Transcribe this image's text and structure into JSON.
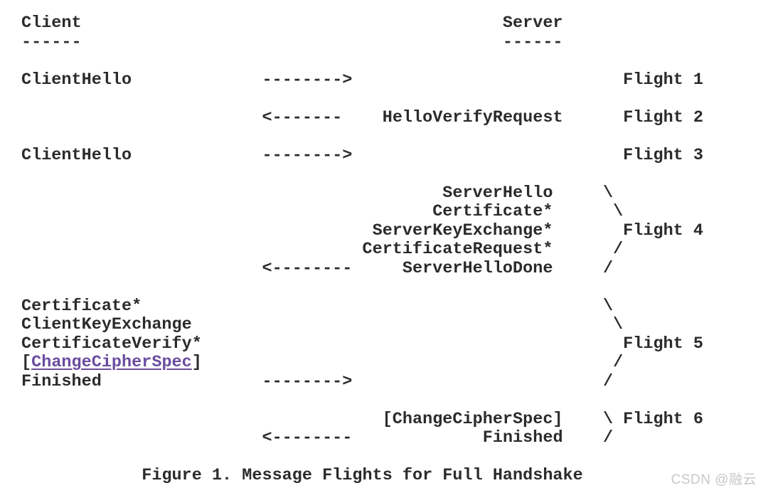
{
  "figure": {
    "caption": "Figure 1. Message Flights for Full Handshake"
  },
  "colors": {
    "text": "#2b2b2b",
    "link": "#6a4c9f",
    "watermark": "#c8c8c8",
    "background": "#ffffff"
  },
  "watermark": {
    "text": "CSDN @融云"
  },
  "diagram": {
    "lines": [
      {
        "segs": [
          {
            "col": 0,
            "text": "Client",
            "name": "client-label"
          },
          {
            "col": 48,
            "text": "Server",
            "name": "server-label"
          }
        ]
      },
      {
        "segs": [
          {
            "col": 0,
            "text": "------",
            "name": "client-underline"
          },
          {
            "col": 48,
            "text": "------",
            "name": "server-underline"
          }
        ]
      },
      {
        "segs": []
      },
      {
        "segs": [
          {
            "col": 0,
            "text": "ClientHello",
            "name": "msg-clienthello-flight1"
          },
          {
            "col": 24,
            "text": "-------->",
            "name": "arrow-right-flight1"
          },
          {
            "col": 60,
            "text": "Flight 1",
            "name": "flight1-label"
          }
        ]
      },
      {
        "segs": []
      },
      {
        "segs": [
          {
            "col": 24,
            "text": "<-------",
            "name": "arrow-left-flight2"
          },
          {
            "col": 36,
            "text": "HelloVerifyRequest",
            "name": "msg-helloverifyrequest"
          },
          {
            "col": 60,
            "text": "Flight 2",
            "name": "flight2-label"
          }
        ]
      },
      {
        "segs": []
      },
      {
        "segs": [
          {
            "col": 0,
            "text": "ClientHello",
            "name": "msg-clienthello-flight3"
          },
          {
            "col": 24,
            "text": "-------->",
            "name": "arrow-right-flight3"
          },
          {
            "col": 60,
            "text": "Flight 3",
            "name": "flight3-label"
          }
        ]
      },
      {
        "segs": []
      },
      {
        "segs": [
          {
            "col": 42,
            "text": "ServerHello",
            "name": "msg-serverhello"
          },
          {
            "col": 58,
            "text": "\\",
            "name": "flight4-brace-top"
          }
        ]
      },
      {
        "segs": [
          {
            "col": 41,
            "text": "Certificate*",
            "name": "msg-certificate-server"
          },
          {
            "col": 59,
            "text": "\\",
            "name": "flight4-brace-upper"
          }
        ]
      },
      {
        "segs": [
          {
            "col": 35,
            "text": "ServerKeyExchange*",
            "name": "msg-serverkeyexchange"
          },
          {
            "col": 60,
            "text": "Flight 4",
            "name": "flight4-label"
          }
        ]
      },
      {
        "segs": [
          {
            "col": 34,
            "text": "CertificateRequest*",
            "name": "msg-certificaterequest"
          },
          {
            "col": 59,
            "text": "/",
            "name": "flight4-brace-lower"
          }
        ]
      },
      {
        "segs": [
          {
            "col": 24,
            "text": "<--------",
            "name": "arrow-left-flight4"
          },
          {
            "col": 38,
            "text": "ServerHelloDone",
            "name": "msg-serverhellodone"
          },
          {
            "col": 58,
            "text": "/",
            "name": "flight4-brace-bottom"
          }
        ]
      },
      {
        "segs": []
      },
      {
        "segs": [
          {
            "col": 0,
            "text": "Certificate*",
            "name": "msg-certificate-client"
          },
          {
            "col": 58,
            "text": "\\",
            "name": "flight5-brace-top"
          }
        ]
      },
      {
        "segs": [
          {
            "col": 0,
            "text": "ClientKeyExchange",
            "name": "msg-clientkeyexchange"
          },
          {
            "col": 59,
            "text": "\\",
            "name": "flight5-brace-upper"
          }
        ]
      },
      {
        "segs": [
          {
            "col": 0,
            "text": "CertificateVerify*",
            "name": "msg-certificateverify"
          },
          {
            "col": 60,
            "text": "Flight 5",
            "name": "flight5-label"
          }
        ]
      },
      {
        "segs": [
          {
            "col": 0,
            "text": "[",
            "name": "changecipherspec-bracket-open"
          },
          {
            "col": 1,
            "text": "ChangeCipherSpec",
            "name": "changecipherspec-link",
            "link": true
          },
          {
            "col": 17,
            "text": "]",
            "name": "changecipherspec-bracket-close"
          },
          {
            "col": 59,
            "text": "/",
            "name": "flight5-brace-lower"
          }
        ]
      },
      {
        "segs": [
          {
            "col": 0,
            "text": "Finished",
            "name": "msg-finished-client"
          },
          {
            "col": 24,
            "text": "-------->",
            "name": "arrow-right-flight5"
          },
          {
            "col": 58,
            "text": "/",
            "name": "flight5-brace-bottom"
          }
        ]
      },
      {
        "segs": []
      },
      {
        "segs": [
          {
            "col": 36,
            "text": "[ChangeCipherSpec]",
            "name": "msg-changecipherspec-server"
          },
          {
            "col": 58,
            "text": "\\",
            "name": "flight6-brace-top"
          },
          {
            "col": 60,
            "text": "Flight 6",
            "name": "flight6-label"
          }
        ]
      },
      {
        "segs": [
          {
            "col": 24,
            "text": "<--------",
            "name": "arrow-left-flight6"
          },
          {
            "col": 46,
            "text": "Finished",
            "name": "msg-finished-server"
          },
          {
            "col": 58,
            "text": "/",
            "name": "flight6-brace-bottom"
          }
        ]
      },
      {
        "segs": []
      },
      {
        "segs": [
          {
            "col": 12,
            "text": "Figure 1. Message Flights for Full Handshake",
            "name": "figure-caption"
          }
        ]
      }
    ]
  }
}
